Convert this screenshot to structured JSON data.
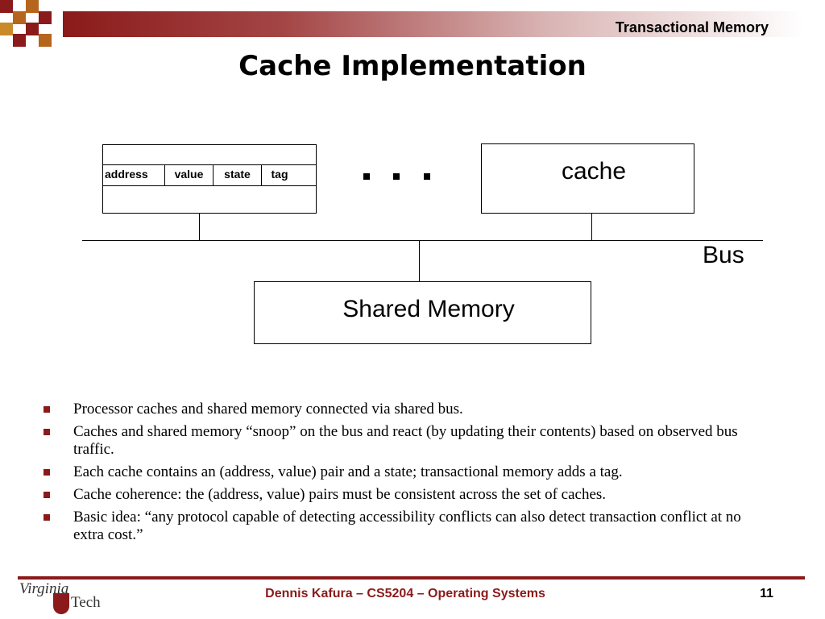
{
  "header": {
    "title": "Transactional Memory"
  },
  "slide": {
    "title": "Cache Implementation"
  },
  "diagram": {
    "cache_fields": [
      "address",
      "value",
      "state",
      "tag"
    ],
    "cache_label": "cache",
    "bus_label": "Bus",
    "memory_label": "Shared Memory"
  },
  "bullets": [
    "Processor caches and shared memory connected via shared bus.",
    "Caches and shared memory “snoop” on the bus and react (by updating their contents) based on observed bus traffic.",
    "Each cache contains an (address, value) pair and a state; transactional memory adds a tag.",
    "Cache coherence: the (address, value) pairs must be consistent across the set of caches.",
    "Basic idea: “any protocol capable of detecting accessibility conflicts can also detect transaction conflict at no extra cost.”"
  ],
  "footer": {
    "text": "Dennis Kafura – CS5204 – Operating Systems",
    "page_number": "11",
    "logo_text_1": "Virginia",
    "logo_text_2": "Tech"
  },
  "colors": {
    "accent": "#8b1a1a",
    "accent_dark": "#6e0f0f",
    "gold": "#c98a2a"
  }
}
